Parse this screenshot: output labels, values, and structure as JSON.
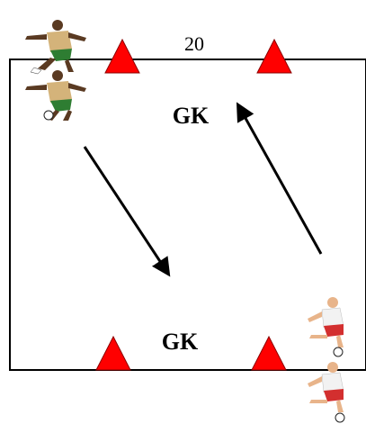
{
  "diagram": {
    "dimension_label": "20",
    "goalkeeper_top_label": "GK",
    "goalkeeper_bottom_label": "GK",
    "colors": {
      "field_line": "#000000",
      "cone": "#ff0000",
      "cone_outline": "#8b0000",
      "arrow": "#000000",
      "green_kit_shirt": "#d4b37a",
      "green_kit_shorts": "#2e7d32",
      "red_kit_shirt": "#f2f2f2",
      "red_kit_shorts": "#d32f2f",
      "skin_dark": "#5a3a22",
      "skin_light": "#e8b48a"
    }
  }
}
